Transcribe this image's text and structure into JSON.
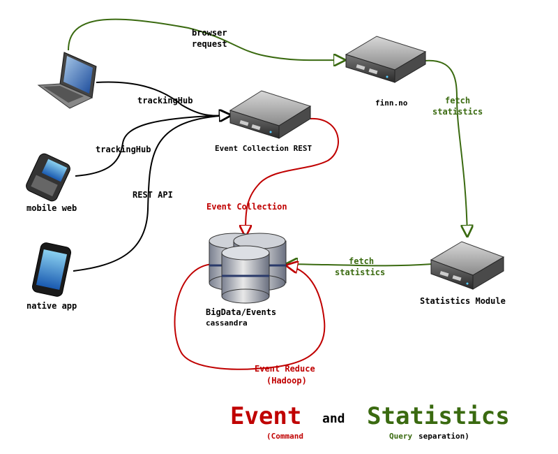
{
  "nodes": {
    "laptop": {
      "label": ""
    },
    "mobile": {
      "label": "mobile web"
    },
    "native": {
      "label": "native app"
    },
    "event_collection_rest": {
      "label": "Event Collection REST"
    },
    "finn": {
      "label": "finn.no"
    },
    "statistics_module": {
      "label": "Statistics Module"
    },
    "bigdata": {
      "label": "BigData/Events",
      "sublabel": "cassandra"
    }
  },
  "edges": {
    "browser_request": {
      "line1": "browser",
      "line2": "request"
    },
    "tracking_hub_laptop": "trackingHub",
    "tracking_hub_mobile": "trackingHub",
    "rest_api": "REST API",
    "fetch_stats_top": {
      "line1": "fetch",
      "line2": "statistics"
    },
    "fetch_stats_bottom": {
      "line1": "fetch",
      "line2": "statistics"
    },
    "event_collection": "Event Collection",
    "event_reduce": {
      "line1": "Event Reduce",
      "line2": "(Hadoop)"
    }
  },
  "footer": {
    "event": "Event",
    "and": "and",
    "statistics": "Statistics",
    "command": "(Command",
    "query": "Query",
    "separation": "separation)"
  },
  "colors": {
    "green": "#3a6a10",
    "red": "#c00000",
    "black": "#000000"
  }
}
